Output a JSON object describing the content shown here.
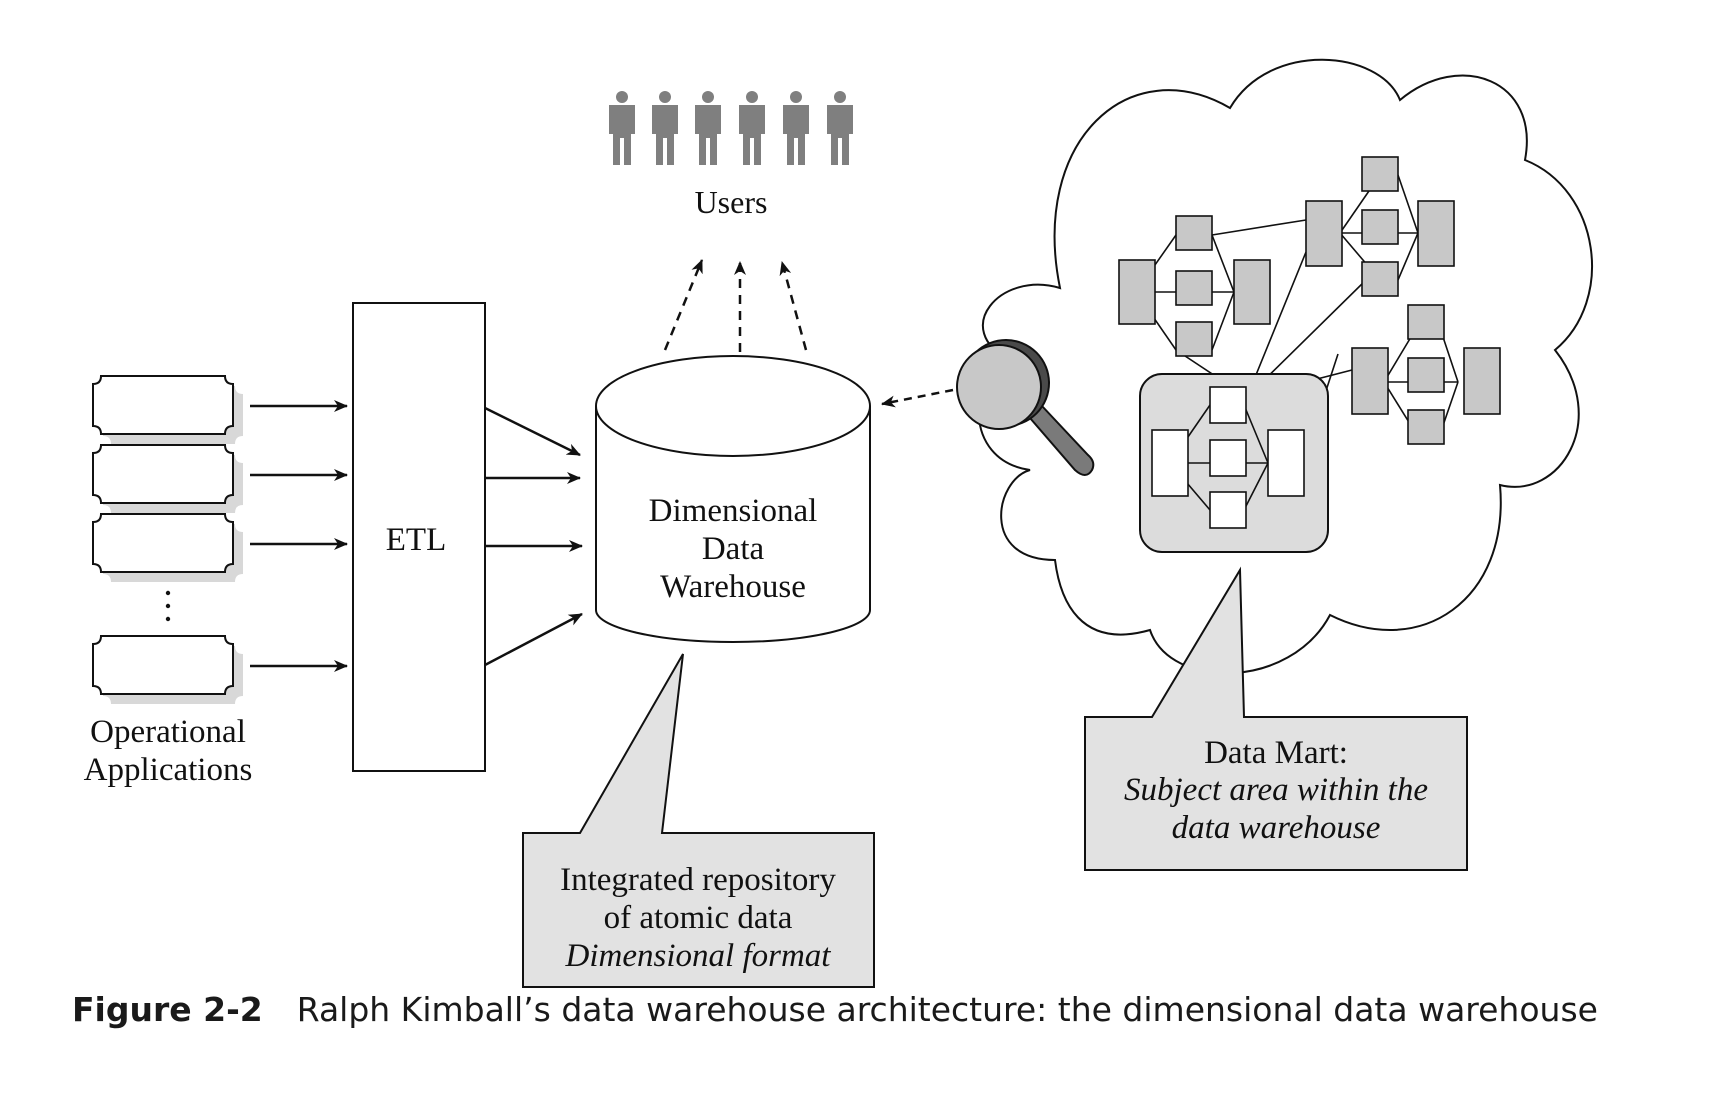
{
  "diagram": {
    "users_label": "Users",
    "etl_label": "ETL",
    "operational_label_line1": "Operational",
    "operational_label_line2": "Applications",
    "warehouse_line1": "Dimensional",
    "warehouse_line2": "Data",
    "warehouse_line3": "Warehouse",
    "repo_callout_line1": "Integrated repository",
    "repo_callout_line2": "of atomic data",
    "repo_callout_line3": "Dimensional format",
    "mart_callout_line1": "Data Mart:",
    "mart_callout_line2": "Subject area within the",
    "mart_callout_line3": "data warehouse"
  },
  "caption": {
    "figure_number": "Figure 2-2",
    "text": "Ralph Kimball’s data warehouse architecture: the dimensional data warehouse"
  },
  "colors": {
    "ink": "#111111",
    "callout_fill": "#e2e2e2",
    "user_gray": "#7f7f7f",
    "entity_gray": "#c8c8c8",
    "mart_fill": "#dcdcdc"
  }
}
